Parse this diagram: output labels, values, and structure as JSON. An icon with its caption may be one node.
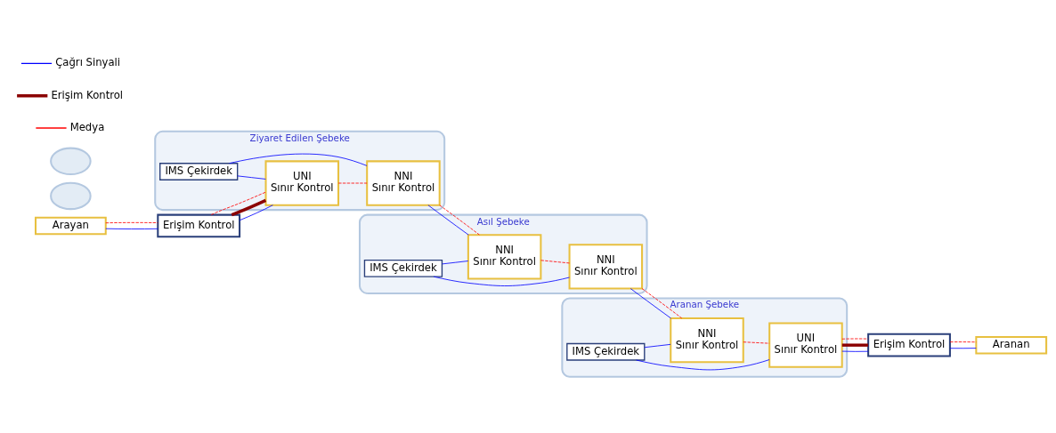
{
  "diagram": {
    "nodes": [
      {
        "text": [
          "Ziyaret Edilen Şebeke"
        ]
      },
      {
        "text": [
          "IMS Çekirdek"
        ],
        "in": 0
      },
      {
        "text": [
          "UNI",
          "Sınır Kontrol"
        ],
        "in": 0
      },
      {
        "text": [
          "NNI",
          "Sınır Kontrol"
        ],
        "in": 0
      },
      {
        "text": [
          "Asıl Şebeke"
        ]
      },
      {
        "text": [
          "IMS Çekirdek"
        ],
        "in": 4
      },
      {
        "text": [
          "NNI",
          "Sınır Kontrol"
        ],
        "in": 4
      },
      {
        "text": [
          "NNI",
          "Sınır Kontrol"
        ],
        "in": 4
      },
      {
        "text": [
          "Aranan Şebeke"
        ]
      },
      {
        "text": [
          "IMS Çekirdek"
        ],
        "in": 8
      },
      {
        "text": [
          "NNI",
          "Sınır Kontrol"
        ],
        "in": 8
      },
      {
        "text": [
          "UNI",
          "Sınır Kontrol"
        ],
        "in": 8
      },
      {
        "text": [],
        "shape": "cloud"
      },
      {
        "text": [
          "Erişim Kontrol"
        ]
      },
      {
        "text": [
          "Arayan"
        ]
      },
      {
        "text": [],
        "shape": "cloud"
      },
      {
        "text": [
          "Erişim Kontrol"
        ]
      },
      {
        "text": [
          "Aranan"
        ]
      }
    ],
    "edges": [
      {
        "from": 14,
        "to": 13,
        "arrow": "none"
      },
      {
        "from": 13,
        "to": 2,
        "arrow": "none"
      },
      {
        "from": 1,
        "to": 2,
        "arrow": "none"
      },
      {
        "from": 1,
        "to": 3,
        "arrow": "none"
      },
      {
        "from": 3,
        "to": 6,
        "arrow": "none"
      },
      {
        "from": 5,
        "to": 6,
        "arrow": "none"
      },
      {
        "from": 5,
        "to": 7,
        "arrow": "none"
      },
      {
        "from": 7,
        "to": 10,
        "arrow": "none"
      },
      {
        "from": 9,
        "to": 10,
        "arrow": "none"
      },
      {
        "from": 9,
        "to": 11,
        "arrow": "none"
      },
      {
        "from": 11,
        "to": 16,
        "arrow": "none"
      },
      {
        "from": 16,
        "to": 17,
        "arrow": "none"
      },
      {
        "from": 13,
        "to": 2,
        "arrow": "none",
        "style": "thick",
        "color": "#8b0000"
      },
      {
        "from": 11,
        "to": 16,
        "arrow": "none",
        "style": "thick",
        "color": "#8b0000"
      },
      {
        "from": 14,
        "to": 13,
        "arrow": "none",
        "style": "dashed",
        "color": "#ff0000"
      },
      {
        "from": 13,
        "to": 2,
        "arrow": "none",
        "style": "dashed",
        "color": "#ff0000"
      },
      {
        "from": 2,
        "to": 3,
        "arrow": "none",
        "style": "dashed",
        "color": "#ff0000"
      },
      {
        "from": 3,
        "to": 6,
        "arrow": "none",
        "style": "dashed",
        "color": "#ff0000"
      },
      {
        "from": 6,
        "to": 7,
        "arrow": "none",
        "style": "dashed",
        "color": "#ff0000"
      },
      {
        "from": 7,
        "to": 10,
        "arrow": "none",
        "style": "dashed",
        "color": "#ff0000"
      },
      {
        "from": 10,
        "to": 11,
        "arrow": "none",
        "style": "dashed",
        "color": "#ff0000"
      },
      {
        "from": 11,
        "to": 16,
        "arrow": "none",
        "style": "dashed",
        "color": "#ff0000"
      },
      {
        "from": 16,
        "to": 17,
        "arrow": "none",
        "style": "dashed",
        "color": "#ff0000"
      }
    ],
    "legend": [
      {
        "text": "Çağrı Sinyali"
      },
      {
        "text": "Erişim Kontrol"
      },
      {
        "text": "Medya"
      }
    ]
  }
}
